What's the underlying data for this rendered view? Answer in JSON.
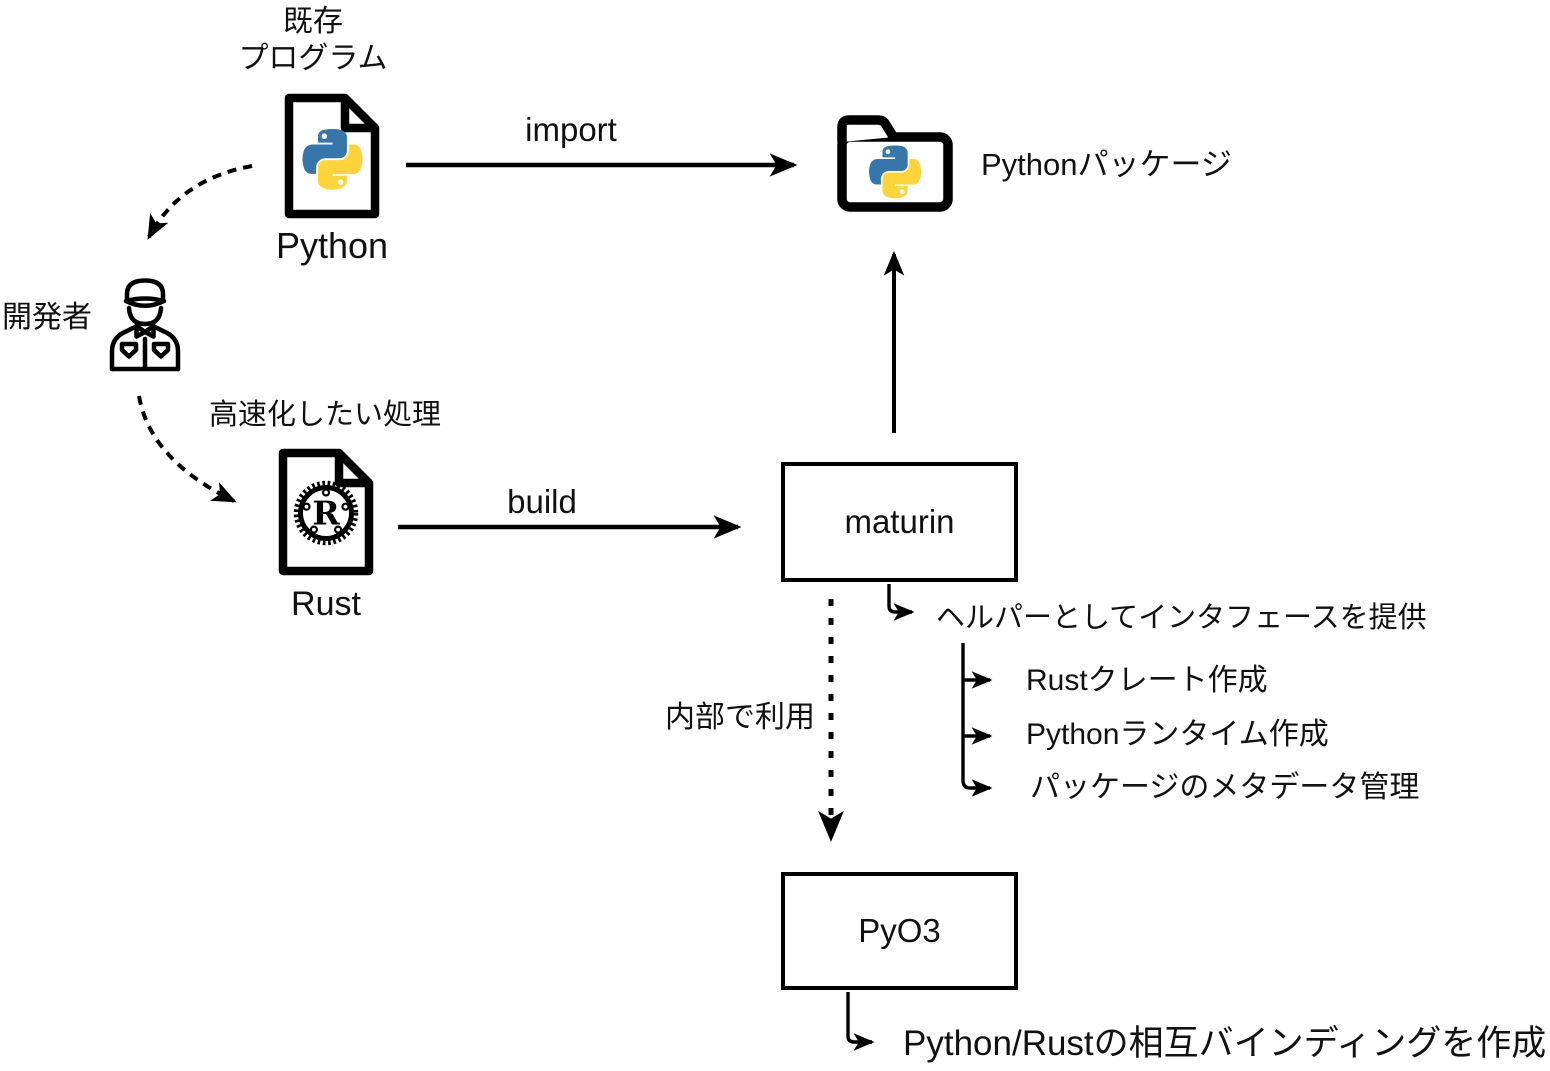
{
  "diagram": {
    "nodes": {
      "python_file": {
        "caption_line1": "既存",
        "caption_line2": "プログラム",
        "label": "Python"
      },
      "developer": {
        "label": "開発者"
      },
      "rust_file": {
        "caption": "高速化したい処理",
        "label": "Rust"
      },
      "python_package": {
        "label": "Pythonパッケージ"
      },
      "maturin": {
        "label": "maturin"
      },
      "pyo3": {
        "label": "PyO3"
      }
    },
    "edges": {
      "import_label": "import",
      "build_label": "build",
      "internal_use_label": "内部で利用"
    },
    "notes": {
      "maturin_provides": "ヘルパーとしてインタフェースを提供",
      "maturin_features": [
        "Rustクレート作成",
        "Pythonランタイム作成",
        "パッケージのメタデータ管理"
      ],
      "pyo3_function": "Python/Rustの相互バインディングを作成"
    },
    "icons": [
      {
        "name": "python-file-icon"
      },
      {
        "name": "developer-icon"
      },
      {
        "name": "rust-file-icon"
      },
      {
        "name": "python-package-folder-icon"
      }
    ],
    "colors": {
      "stroke": "#000000",
      "background": "#ffffff",
      "python_blue": "#3776ab",
      "python_yellow": "#ffd43b"
    }
  }
}
